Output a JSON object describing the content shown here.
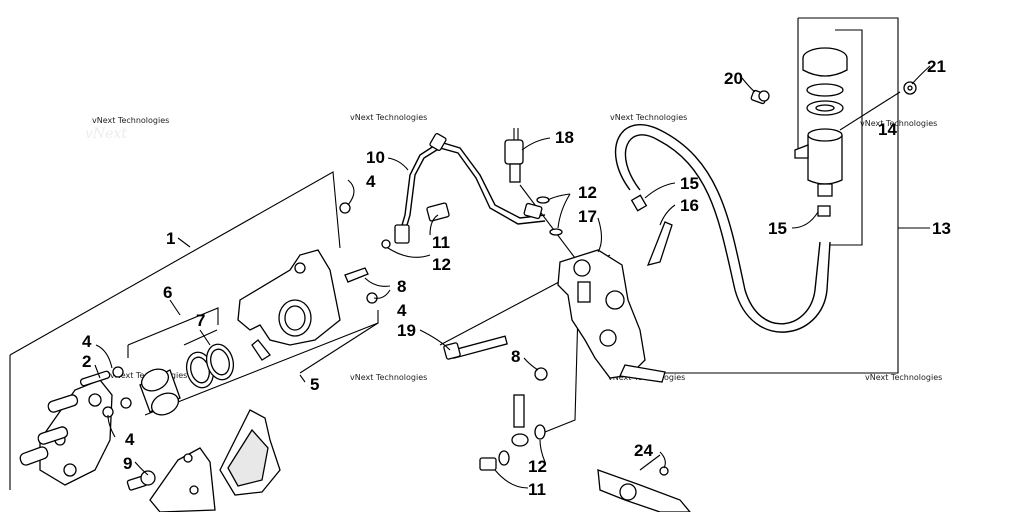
{
  "watermark": {
    "text": "vNext Technologies"
  },
  "callouts": {
    "c1": "1",
    "c2": "2",
    "c4a": "4",
    "c4b": "4",
    "c4c": "4",
    "c4d": "4",
    "c5": "5",
    "c6": "6",
    "c7": "7",
    "c8a": "8",
    "c8b": "8",
    "c9": "9",
    "c10": "10",
    "c11a": "11",
    "c11b": "11",
    "c12a": "12",
    "c12b": "12",
    "c12c": "12",
    "c13": "13",
    "c14": "14",
    "c15a": "15",
    "c15b": "15",
    "c16": "16",
    "c17": "17",
    "c18": "18",
    "c19": "19",
    "c20": "20",
    "c21": "21",
    "c24": "24"
  }
}
